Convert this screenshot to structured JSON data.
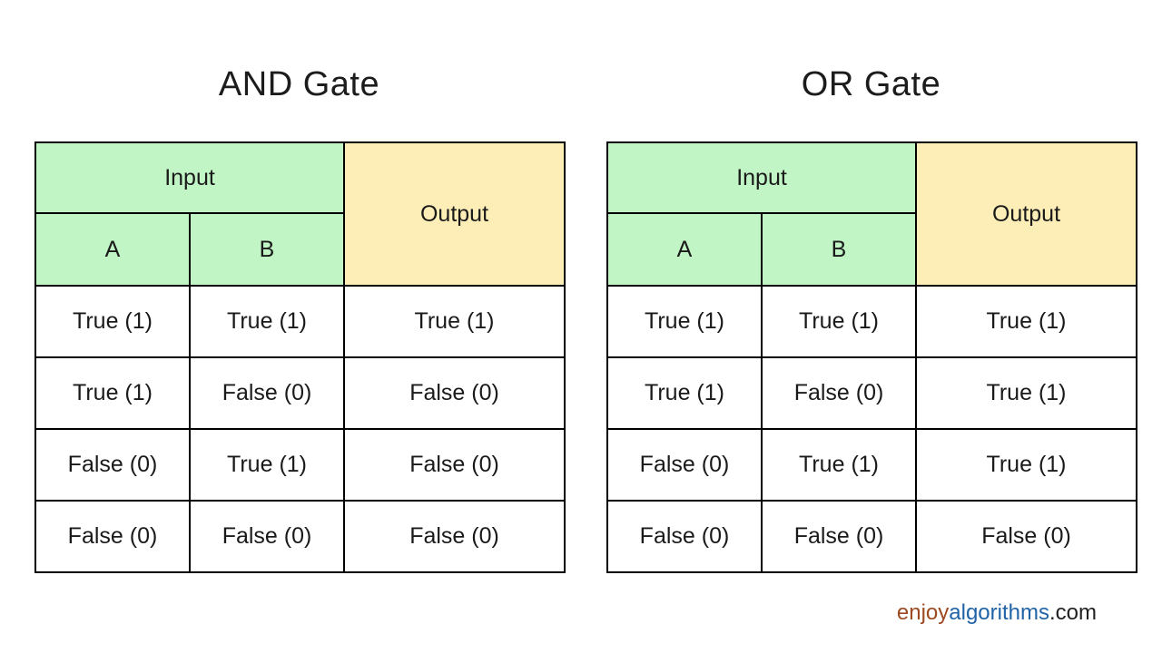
{
  "colors": {
    "input_header_bg": "#c1f5c5",
    "output_header_bg": "#fdeeb7",
    "table_border": "#000000",
    "text": "#1a1a1a",
    "watermark_enjoy": "#9c4a21",
    "watermark_algorithms": "#2063a6",
    "watermark_com": "#212121"
  },
  "tables": [
    {
      "title": "AND Gate",
      "headers": {
        "input_group": "Input",
        "output": "Output",
        "input_a": "A",
        "input_b": "B"
      },
      "rows": [
        [
          "True (1)",
          "True (1)",
          "True (1)"
        ],
        [
          "True (1)",
          "False (0)",
          "False (0)"
        ],
        [
          "False (0)",
          "True (1)",
          "False (0)"
        ],
        [
          "False (0)",
          "False (0)",
          "False (0)"
        ]
      ]
    },
    {
      "title": "OR Gate",
      "headers": {
        "input_group": "Input",
        "output": "Output",
        "input_a": "A",
        "input_b": "B"
      },
      "rows": [
        [
          "True (1)",
          "True (1)",
          "True (1)"
        ],
        [
          "True (1)",
          "False (0)",
          "True (1)"
        ],
        [
          "False (0)",
          "True (1)",
          "True (1)"
        ],
        [
          "False (0)",
          "False (0)",
          "False (0)"
        ]
      ]
    }
  ],
  "watermark": {
    "part1": "enjoy",
    "part2": "algorithms",
    "part3": ".com"
  }
}
